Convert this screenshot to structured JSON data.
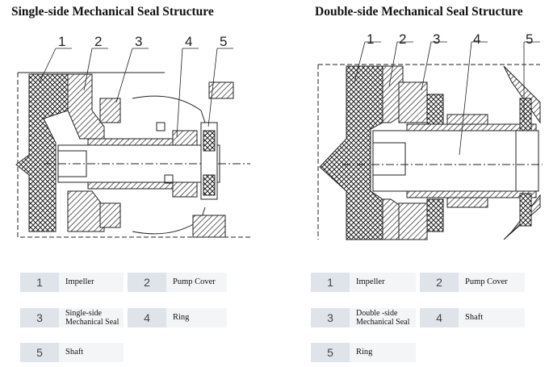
{
  "titles": {
    "left": "Single-side Mechanical Seal Structure",
    "right": "Double-side Mechanical Seal Structure"
  },
  "callouts": {
    "left": [
      "1",
      "2",
      "3",
      "4",
      "5"
    ],
    "right": [
      "1",
      "2",
      "3",
      "4",
      "5"
    ]
  },
  "legend_left": [
    {
      "num": "1",
      "label": "Impeller"
    },
    {
      "num": "2",
      "label": "Pump Cover"
    },
    {
      "num": "3",
      "label": "Single-side Mechanical Seal"
    },
    {
      "num": "4",
      "label": "Ring"
    },
    {
      "num": "5",
      "label": "Shaft"
    }
  ],
  "legend_right": [
    {
      "num": "1",
      "label": "Impeller"
    },
    {
      "num": "2",
      "label": "Pump Cover"
    },
    {
      "num": "3",
      "label": "Double -side Mechanical Seal"
    },
    {
      "num": "4",
      "label": "Shaft"
    },
    {
      "num": "5",
      "label": "Ring"
    }
  ],
  "colors": {
    "legend_number_bg": "#dfe4ea",
    "legend_label_bg": "#f4f5f7",
    "hatch": "#222222"
  }
}
